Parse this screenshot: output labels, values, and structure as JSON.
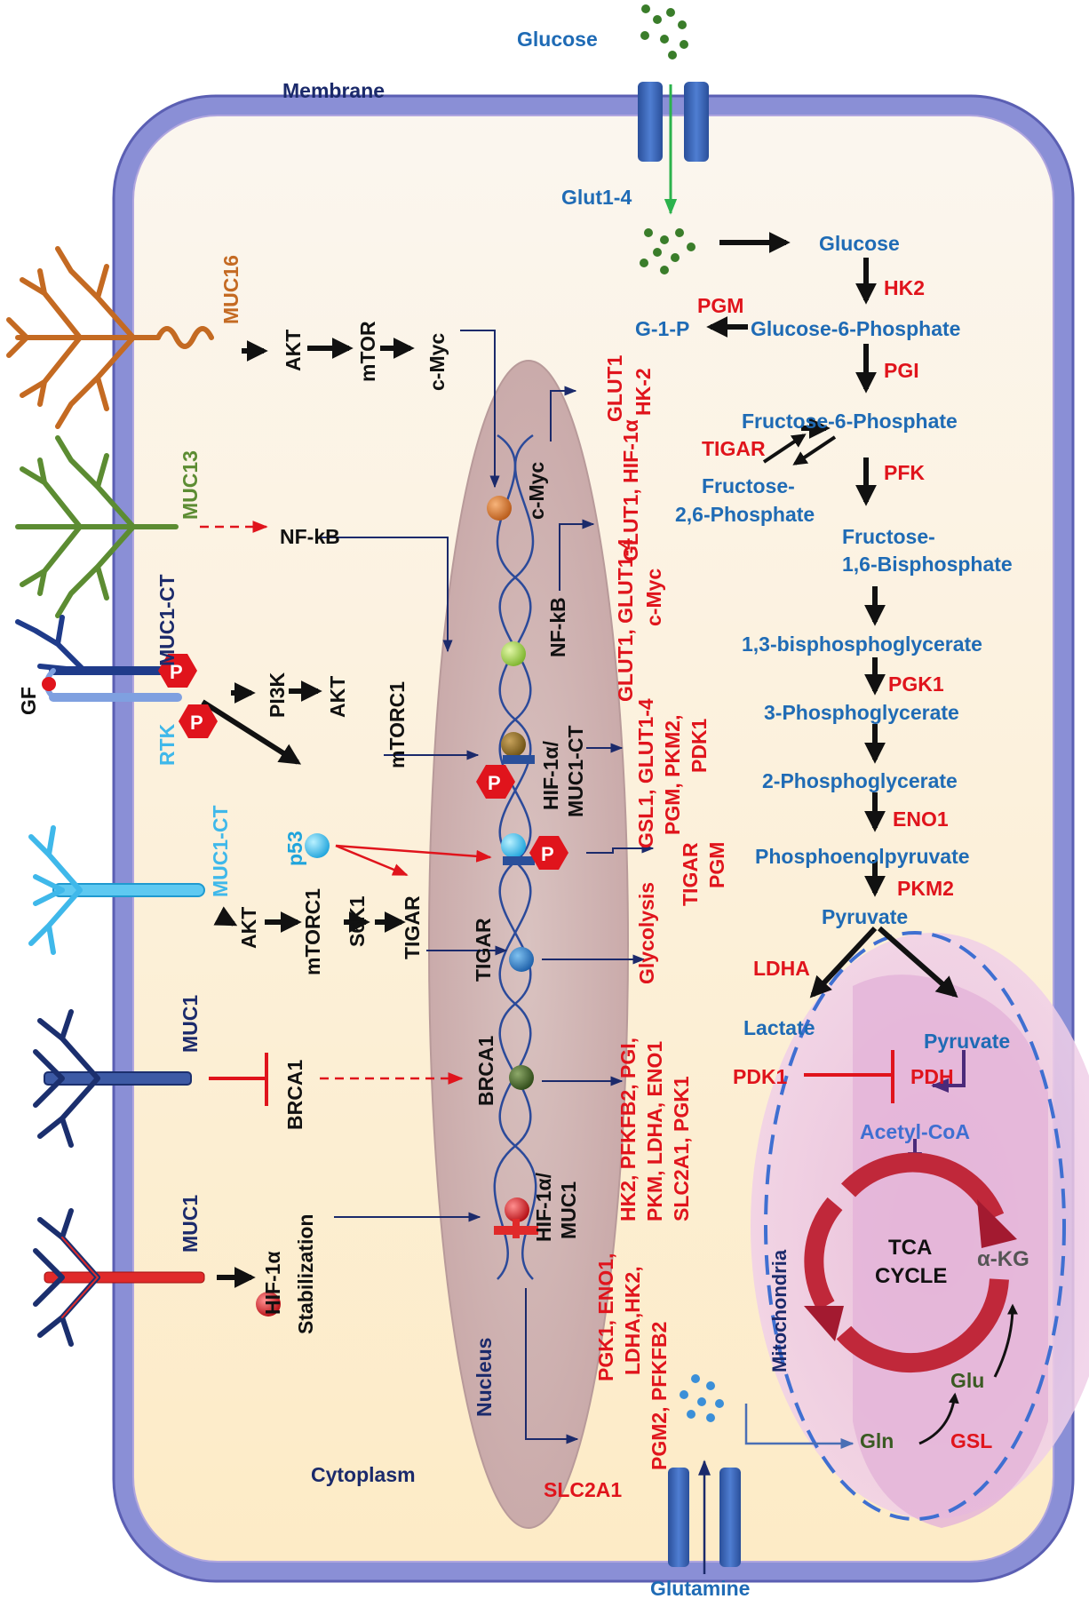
{
  "labels": {
    "membrane": "Membrane",
    "cytoplasm": "Cytoplasm",
    "nucleus": "Nucleus",
    "mitochondria": "Mitochondria",
    "glucose_out": "Glucose",
    "glut": "Glut1-4",
    "glutamine": "Glutamine",
    "slc2a1": "SLC2A1"
  },
  "glycolysis": {
    "glucose": "Glucose",
    "hk2": "HK2",
    "pgm": "PGM",
    "g1p": "G-1-P",
    "g6p": "Glucose-6-Phosphate",
    "pgi": "PGI",
    "f6p": "Fructose-6-Phosphate",
    "tigar": "TIGAR",
    "f26bp_1": "Fructose-",
    "f26bp_2": "2,6-Phosphate",
    "pfk": "PFK",
    "f16bp_1": "Fructose-",
    "f16bp_2": "1,6-Bisphosphate",
    "bpg13": "1,3-bisphosphoglycerate",
    "pgk1": "PGK1",
    "pg3": "3-Phosphoglycerate",
    "pg2": "2-Phosphoglycerate",
    "eno1": "ENO1",
    "pep": "Phosphoenolpyruvate",
    "pkm2": "PKM2",
    "pyruvate": "Pyruvate",
    "ldha": "LDHA",
    "lactate": "Lactate"
  },
  "mito": {
    "pyruvate": "Pyruvate",
    "pdk1": "PDK1",
    "pdh": "PDH",
    "acetyl_coa": "Acetyl-CoA",
    "tca_1": "TCA",
    "tca_2": "CYCLE",
    "akg": "α-KG",
    "glu": "Glu",
    "gln": "Gln",
    "gsl": "GSL"
  },
  "mucins": {
    "muc16": "MUC16",
    "muc13": "MUC13",
    "muc1ct_dark": "MUC1-CT",
    "gf": "GF",
    "rtk": "RTK",
    "p": "P",
    "muc1ct_light": "MUC1-CT",
    "muc1_a": "MUC1",
    "muc1_b": "MUC1"
  },
  "signaling": {
    "akt1": "AKT",
    "mtor": "mTOR",
    "cmyc": "c-Myc",
    "nfkb": "NF-kB",
    "pi3k": "PI3K",
    "akt2": "AKT",
    "mtorc1_a": "mTORC1",
    "p53": "p53",
    "akt3": "AKT",
    "mtorc1_b": "mTORC1",
    "s6k1": "S6K1",
    "tigar": "TIGAR",
    "brca1": "BRCA1",
    "hif_stab_1": "HIF-1α",
    "hif_stab_2": "Stabilization"
  },
  "nuclear_factors": {
    "cmyc": "c-Myc",
    "nfkb": "NF-kB",
    "hif_muc1ct_1": "HIF-1α/",
    "hif_muc1ct_2": "MUC1-CT",
    "tigar": "TIGAR",
    "brca1": "BRCA1",
    "hif_muc1_1": "HIF-1α/",
    "hif_muc1_2": "MUC1"
  },
  "targets": {
    "t1_1": "GLUT1",
    "t1_2": "HK-2",
    "t2_1": "GLUT1, HIF-1α",
    "t3_1": "GLUT1, GLUT1-4",
    "t3_2": "c-Myc",
    "t4_1": "GSL1, GLUT1-4",
    "t4_2": "PGM, PKM2,",
    "t4_3": "PDK1",
    "t5_1": "TIGAR",
    "t5_2": "PGM",
    "t6_1": "Glycolysis",
    "t7_1": "HK2, PFKFB2, PGI,",
    "t7_2": "PKM, LDHA, ENO1",
    "t7_3": "SLC2A1, PGK1",
    "t8_1": "PGK1, ENO1,",
    "t8_2": "LDHA,HK2,",
    "t8_3": "PGM2, PFKFB2"
  },
  "colors": {
    "membrane": "#7f84cf",
    "cytoplasm": "#fdf3dc",
    "nucleus": "#cdb1b0",
    "label_blue": "#1f6bb5",
    "label_red": "#e0141c"
  }
}
